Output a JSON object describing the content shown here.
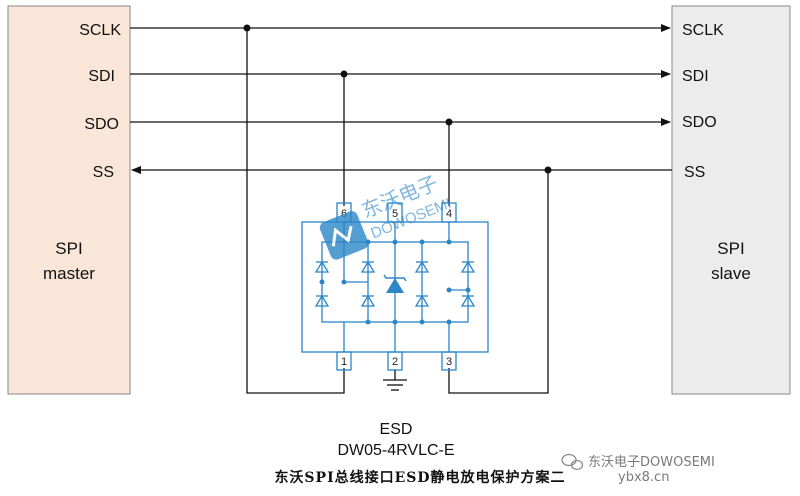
{
  "master": {
    "name_line1": "SPI",
    "name_line2": "master",
    "fill": "#f9e6d8"
  },
  "slave": {
    "name_line1": "SPI",
    "name_line2": "slave",
    "fill": "#ececec"
  },
  "signals": {
    "sclk": "SCLK",
    "sdi": "SDI",
    "sdo": "SDO",
    "ss": "SS"
  },
  "esd": {
    "label": "ESD",
    "part": "DW05-4RVLC-E",
    "pins": {
      "p1": "1",
      "p2": "2",
      "p3": "3",
      "p4": "4",
      "p5": "5",
      "p6": "6"
    },
    "color": "#2b86c8"
  },
  "caption": "东沃SPI总线接口ESD静电放电保护方案二",
  "watermark": {
    "cn": "东沃电子",
    "en": "DOWOSEMI"
  },
  "footer": {
    "account": "东沃电子DOWOSEMI",
    "site": "ybx8.cn"
  }
}
